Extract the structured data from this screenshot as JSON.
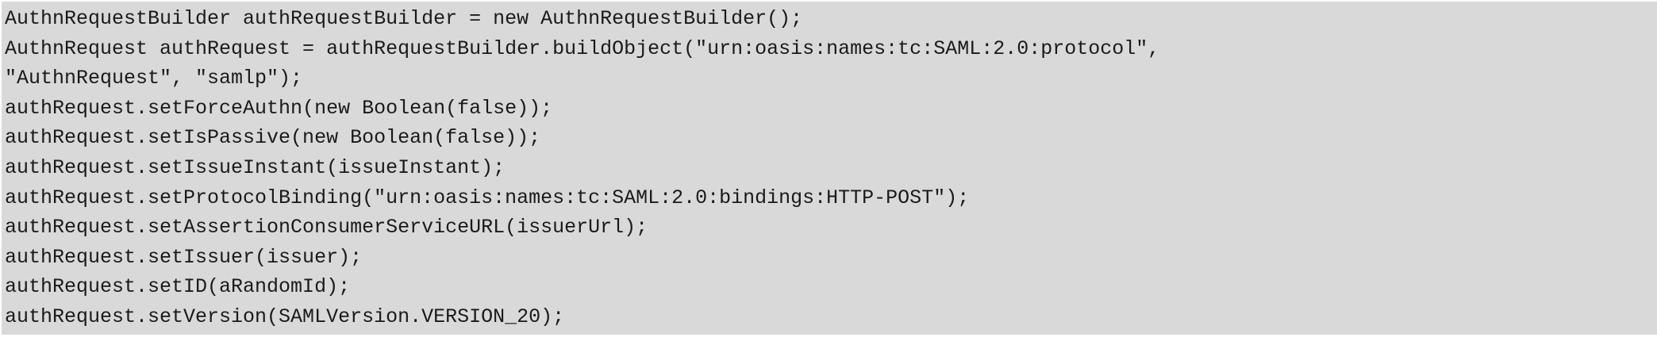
{
  "code": {
    "lines": [
      "AuthnRequestBuilder authRequestBuilder = new AuthnRequestBuilder();",
      "AuthnRequest authRequest = authRequestBuilder.buildObject(\"urn:oasis:names:tc:SAML:2.0:protocol\",",
      "\"AuthnRequest\", \"samlp\");",
      "authRequest.setForceAuthn(new Boolean(false));",
      "authRequest.setIsPassive(new Boolean(false));",
      "authRequest.setIssueInstant(issueInstant);",
      "authRequest.setProtocolBinding(\"urn:oasis:names:tc:SAML:2.0:bindings:HTTP-POST\");",
      "authRequest.setAssertionConsumerServiceURL(issuerUrl);",
      "authRequest.setIssuer(issuer);",
      "authRequest.setID(aRandomId);",
      "authRequest.setVersion(SAMLVersion.VERSION_20);"
    ]
  }
}
